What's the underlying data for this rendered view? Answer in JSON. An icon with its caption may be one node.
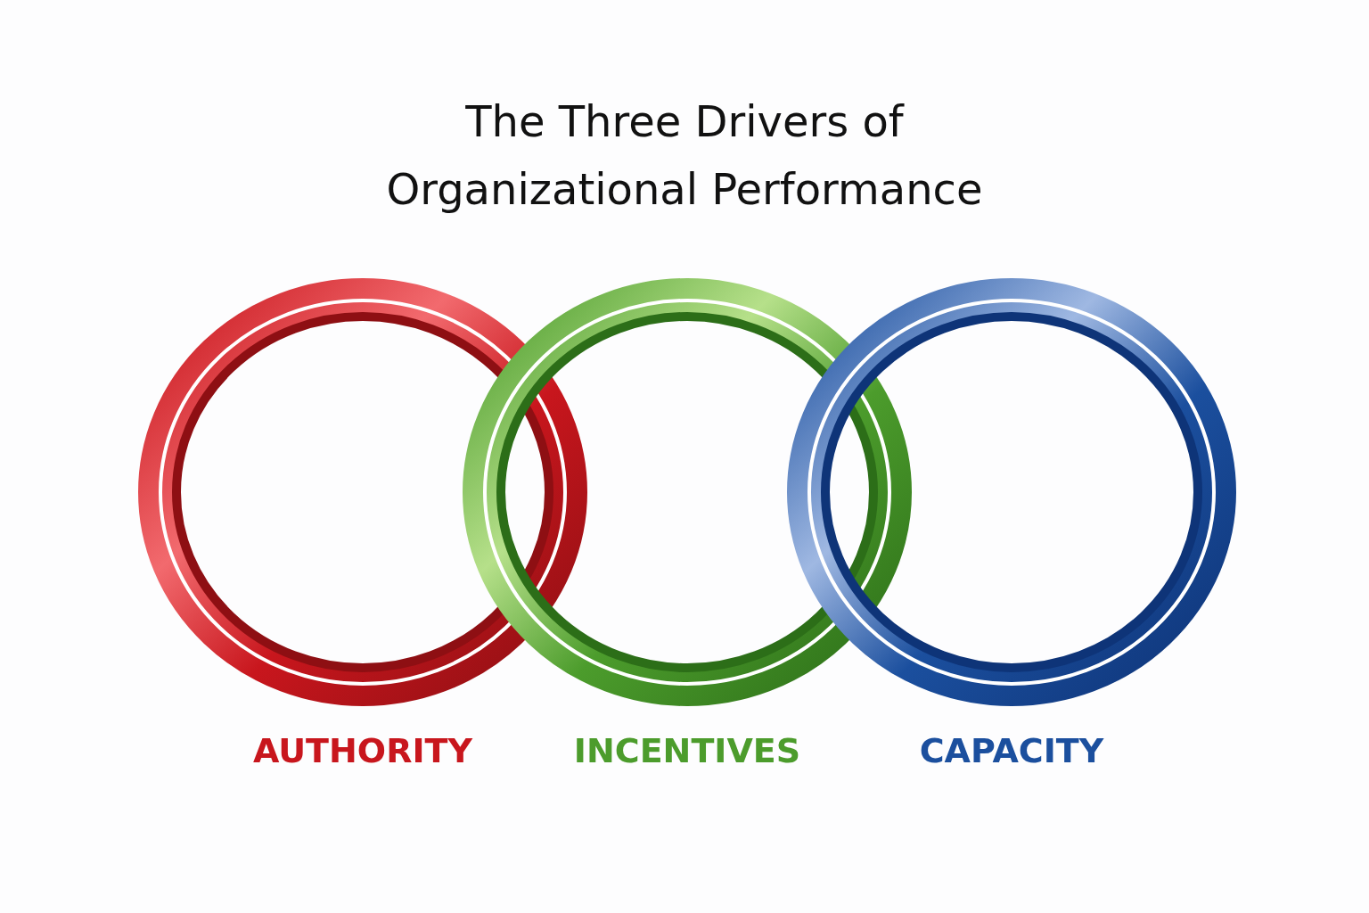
{
  "diagram": {
    "title": "The Three Drivers of Organizational Performance",
    "nodes": [
      {
        "text": [
          "AUTHORITY"
        ]
      },
      {
        "text": [
          "INCENTIVES"
        ]
      },
      {
        "text": [
          "CAPACITY"
        ]
      }
    ]
  }
}
